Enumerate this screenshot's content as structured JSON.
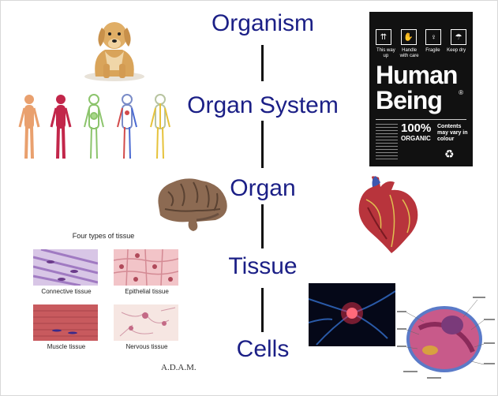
{
  "levels": {
    "organism": "Organism",
    "organ_system": "Organ System",
    "organ": "Organ",
    "tissue": "Tissue",
    "cells": "Cells"
  },
  "human_being_box": {
    "icon_labels": [
      "This way up",
      "Handle with care",
      "Fragile",
      "Keep dry"
    ],
    "title_line1": "Human",
    "title_line2": "Being",
    "percent": "100%",
    "organic": "ORGANIC",
    "contents_note": "Contents may vary in colour"
  },
  "tissue_panel": {
    "title": "Four types of tissue",
    "labels": [
      "Connective tissue",
      "Epithelial tissue",
      "Muscle tissue",
      "Nervous tissue"
    ],
    "credit": "A.D.A.M."
  },
  "colors": {
    "level_text": "#1b1f86",
    "connector": "#111111"
  },
  "icons": [
    "dog-image",
    "organ-systems-figures-image",
    "human-being-box-image",
    "brain-image",
    "heart-image",
    "tissue-samples-image",
    "neuron-image",
    "cell-diagram-image"
  ]
}
